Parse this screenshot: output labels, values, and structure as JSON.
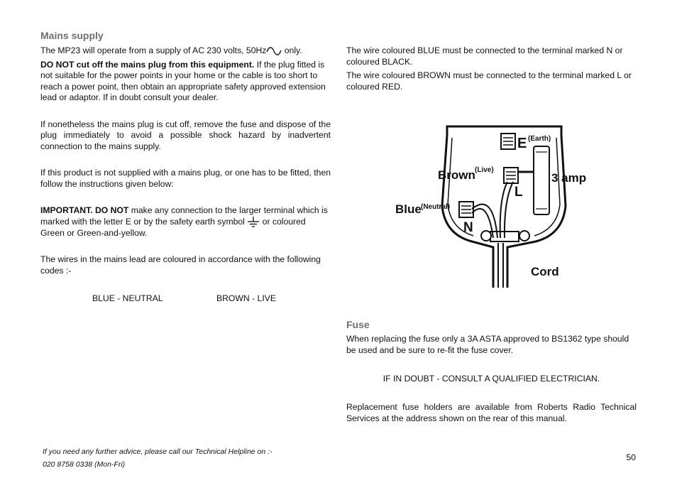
{
  "left": {
    "heading": "Mains supply",
    "p1_a": "The MP23 will operate from a supply of AC 230 volts, 50Hz",
    "p1_b": " only.",
    "p2_bold": "DO NOT cut off the mains plug from this equipment.",
    "p2_rest": " If the plug fitted is not suitable for the power points in your home or the cable is too short to reach a power point, then obtain an appropriate safety approved extension lead or adaptor. If in doubt consult your dealer.",
    "p3": "If nonetheless the mains plug is cut off, remove the fuse and dispose of the plug immediately to avoid a possible shock hazard by inadvertent connection to the mains supply.",
    "p4": "If this product is not supplied with a mains plug, or one has to be fitted, then follow the instructions given below:",
    "p5_bold": "IMPORTANT. DO NOT",
    "p5_a": " make any connection to the larger terminal which is marked with the letter E or by the safety earth symbol ",
    "p5_b": " or coloured Green or Green-and-yellow.",
    "p6": "The wires in the mains lead are coloured in accordance with the following codes :-",
    "code_blue": "BLUE - NEUTRAL",
    "code_brown": "BROWN - LIVE"
  },
  "right": {
    "p1": "The wire coloured BLUE must be connected to the terminal marked N or coloured BLACK.",
    "p2": "The wire coloured BROWN must be connected to the terminal marked L or coloured RED.",
    "fuse_heading": "Fuse",
    "fuse_p": "When replacing the fuse only a 3A ASTA approved to BS1362 type should be used and be sure to re-fit the fuse cover.",
    "doubt": "IF IN DOUBT - CONSULT  A  QUALIFIED ELECTRICIAN.",
    "replace": "Replacement fuse holders are available from Roberts Radio Technical Services at the address shown on the rear of this manual."
  },
  "diagram": {
    "label_e": "E",
    "label_earth": "(Earth)",
    "label_brown": "Brown",
    "label_live": "(Live)",
    "label_l": "L",
    "label_amp": "3 amp",
    "label_blue": "Blue",
    "label_neutral": "(Neutral)",
    "label_n": "N",
    "label_cord": "Cord"
  },
  "footer": {
    "line1": "If you need any further advice, please call our Technical Helpline on :-",
    "line2": "020 8758 0338 (Mon-Fri)"
  },
  "page_number": "50"
}
